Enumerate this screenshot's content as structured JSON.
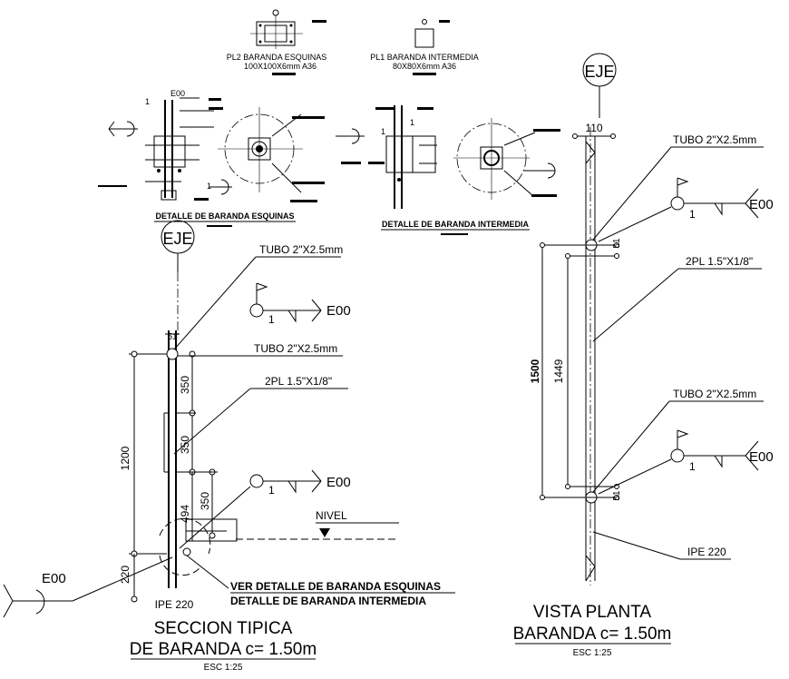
{
  "details": {
    "pl2_label": "PL2 BARANDA ESQUINAS",
    "pl2_spec": "100X100X6mm A36",
    "pl1_label": "PL1 BARANDA INTERMEDIA",
    "pl1_spec": "80X80X6mm A36",
    "detail_left_title": "DETALLE DE BARANDA ESQUINAS",
    "detail_right_title": "DETALLE DE BARANDA INTERMEDIA",
    "detail_left_small": [
      "E00",
      "1",
      "1"
    ],
    "detail_right_small": [
      "1",
      "1"
    ]
  },
  "section": {
    "axis_label": "EJE",
    "tube_top": "TUBO 2\"X2.5mm",
    "tube_mid": "TUBO 2\"X2.5mm",
    "plate": "2PL 1.5\"X1/8\"",
    "weld_symbol": "E00",
    "weld_number": "1",
    "dim_51": "51",
    "dim_350_a": "350",
    "dim_350_b": "350",
    "dim_350_c": "350",
    "dim_494": "494",
    "dim_1200": "1200",
    "dim_220": "220",
    "nivel": "NIVEL",
    "ref_line1": "VER DETALLE DE BARANDA ESQUINAS",
    "ref_line2": "DETALLE DE BARANDA INTERMEDIA",
    "profile": "IPE 220",
    "title_line1": "SECCION TIPICA",
    "title_line2": "DE BARANDA c= 1.50m",
    "scale": "ESC 1:25"
  },
  "plan": {
    "axis_label": "EJE",
    "dim_110": "110",
    "dim_1500": "1500",
    "dim_1449": "1449",
    "dim_51_top": "51",
    "dim_51_bot": "51",
    "tube_top": "TUBO 2\"X2.5mm",
    "tube_bot": "TUBO 2\"X2.5mm",
    "plate": "2PL 1.5\"X1/8\"",
    "weld_symbol": "E00",
    "weld_number": "1",
    "profile": "IPE 220",
    "title_line1": "VISTA PLANTA",
    "title_line2": "BARANDA c= 1.50m",
    "scale": "ESC 1:25"
  }
}
